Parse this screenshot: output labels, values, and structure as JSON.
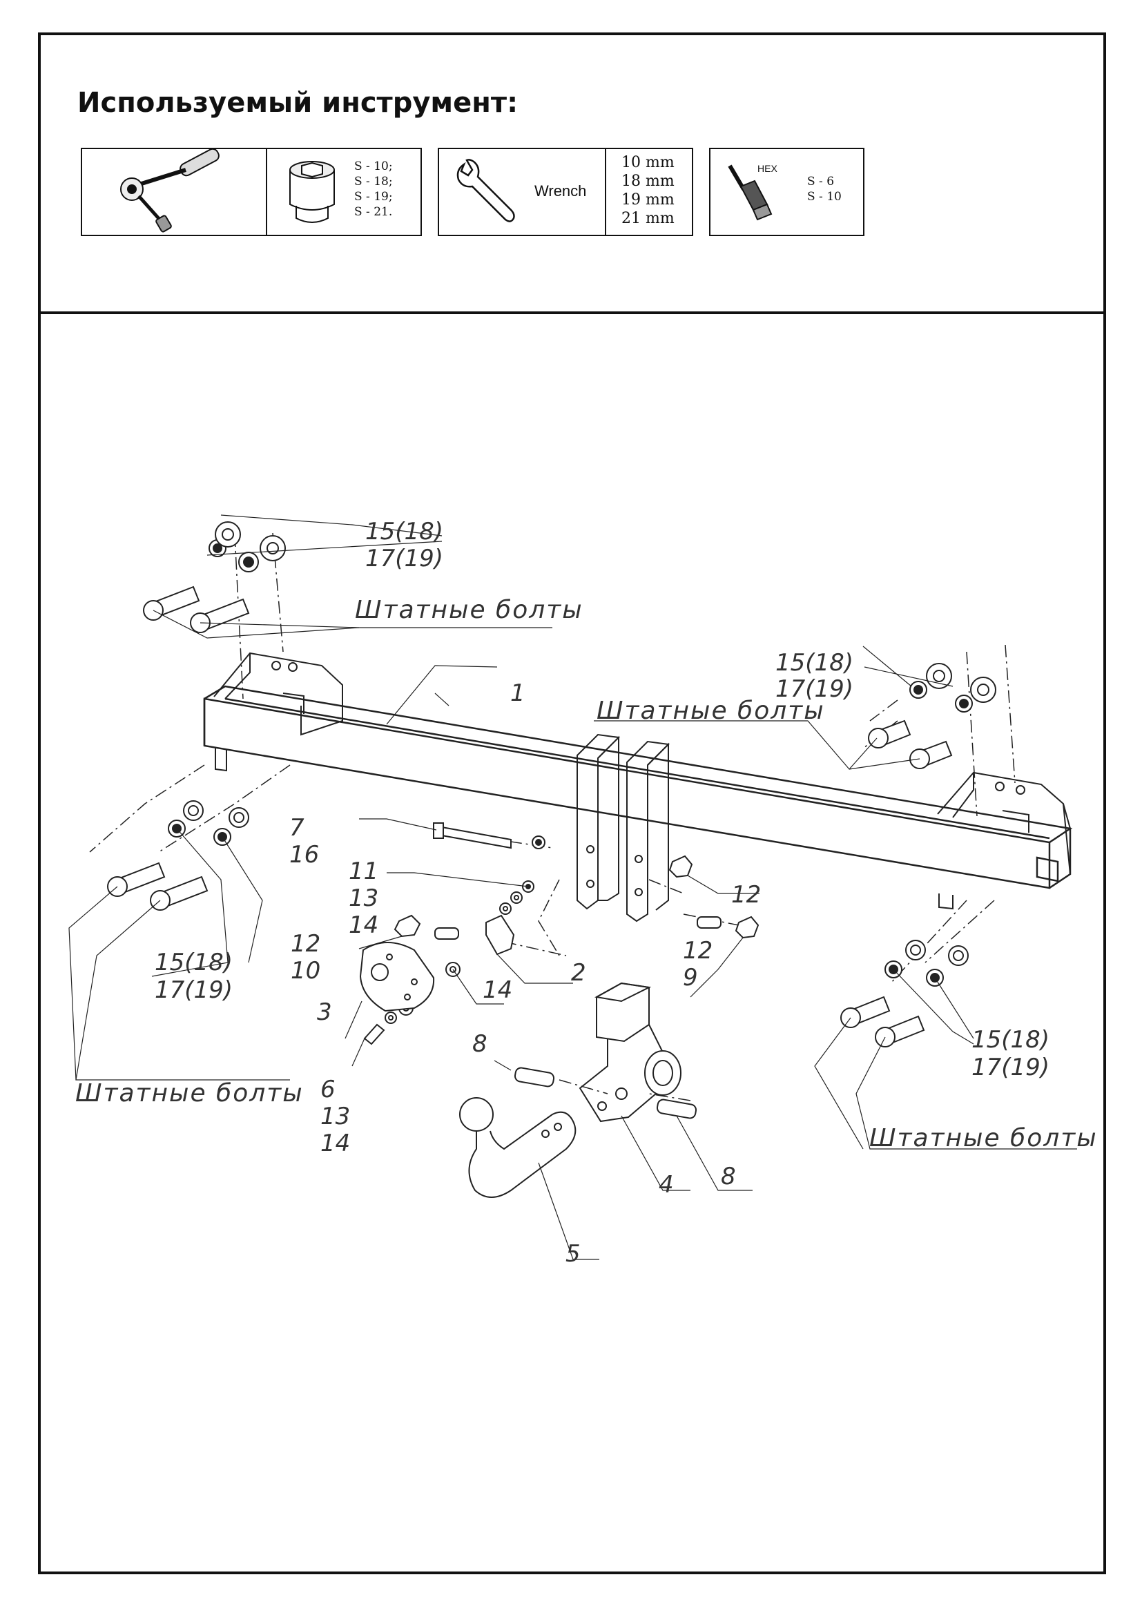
{
  "header": {
    "title": "Используемый инструмент:"
  },
  "tools": {
    "socket_sizes": [
      "S - 10;",
      "S - 18;",
      "S - 19;",
      "S - 21."
    ],
    "wrench_label": "Wrench",
    "wrench_sizes": [
      "10 mm",
      "18 mm",
      "19 mm",
      "21 mm"
    ],
    "hex_label": "HEX",
    "hex_sizes": [
      "S - 6",
      "S - 10"
    ]
  },
  "icons": [
    "ratchet-icon",
    "socket-icon",
    "wrench-icon",
    "hex-bit-icon"
  ],
  "diagram": {
    "labels": {
      "washers_left_top": [
        "15(18)",
        "17(19)"
      ],
      "washers_right_top": [
        "15(18)",
        "17(19)"
      ],
      "washers_left_bottom": [
        "15(18)",
        "17(19)"
      ],
      "washers_right_bottom": [
        "15(18)",
        "17(19)"
      ],
      "standard_bolts": "Штатные болты",
      "part_1": "1",
      "part_2": "2",
      "part_3": "3",
      "part_4": "4",
      "part_5": "5",
      "part_8": "8",
      "group_7_16": [
        "7",
        "16"
      ],
      "group_11_13_14": [
        "11",
        "13",
        "14"
      ],
      "group_12_10": [
        "12",
        "10"
      ],
      "group_12_9": [
        "12",
        "9"
      ],
      "part_12": "12",
      "part_14": "14",
      "group_6_13_14": [
        "6",
        "13",
        "14"
      ]
    }
  }
}
